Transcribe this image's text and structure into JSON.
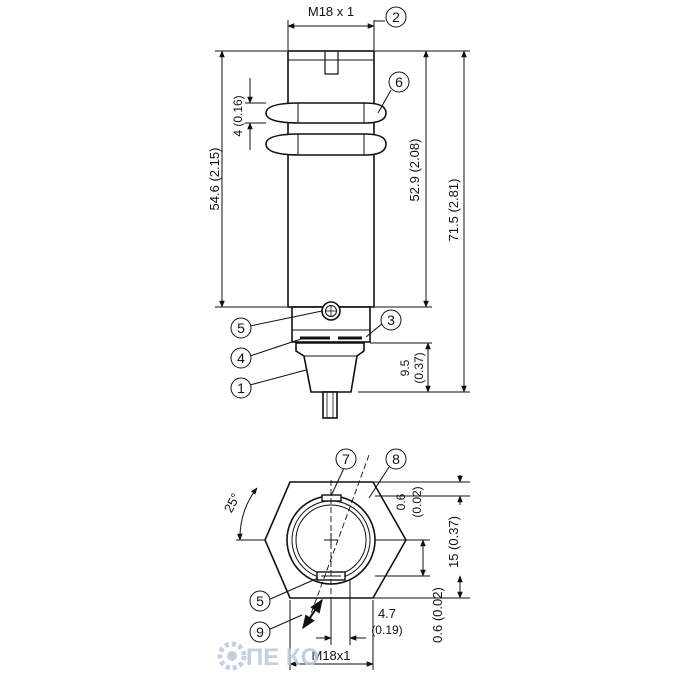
{
  "dimensions": {
    "top_thread": "M18 x 1",
    "nut_thickness": "4 (0.16)",
    "thread_length": "54.6 (2.15)",
    "housing_length": "52.9 (2.08)",
    "total_length": "71.5 (2.81)",
    "cable_exit_value": "9.5",
    "cable_exit_inch": "(0.37)",
    "angle": "25°",
    "offset_a_value": "0.6",
    "offset_a_inch": "(0.02)",
    "led_distance": "15 (0.37)",
    "offset_b": "0.6 (0.02)",
    "width_value": "4.7",
    "width_inch": "(0.19)",
    "bottom_thread": "M18x1"
  },
  "callouts": [
    "1",
    "2",
    "3",
    "4",
    "5",
    "6",
    "7",
    "8",
    "9",
    "5"
  ],
  "watermark": "ПЕ КО"
}
